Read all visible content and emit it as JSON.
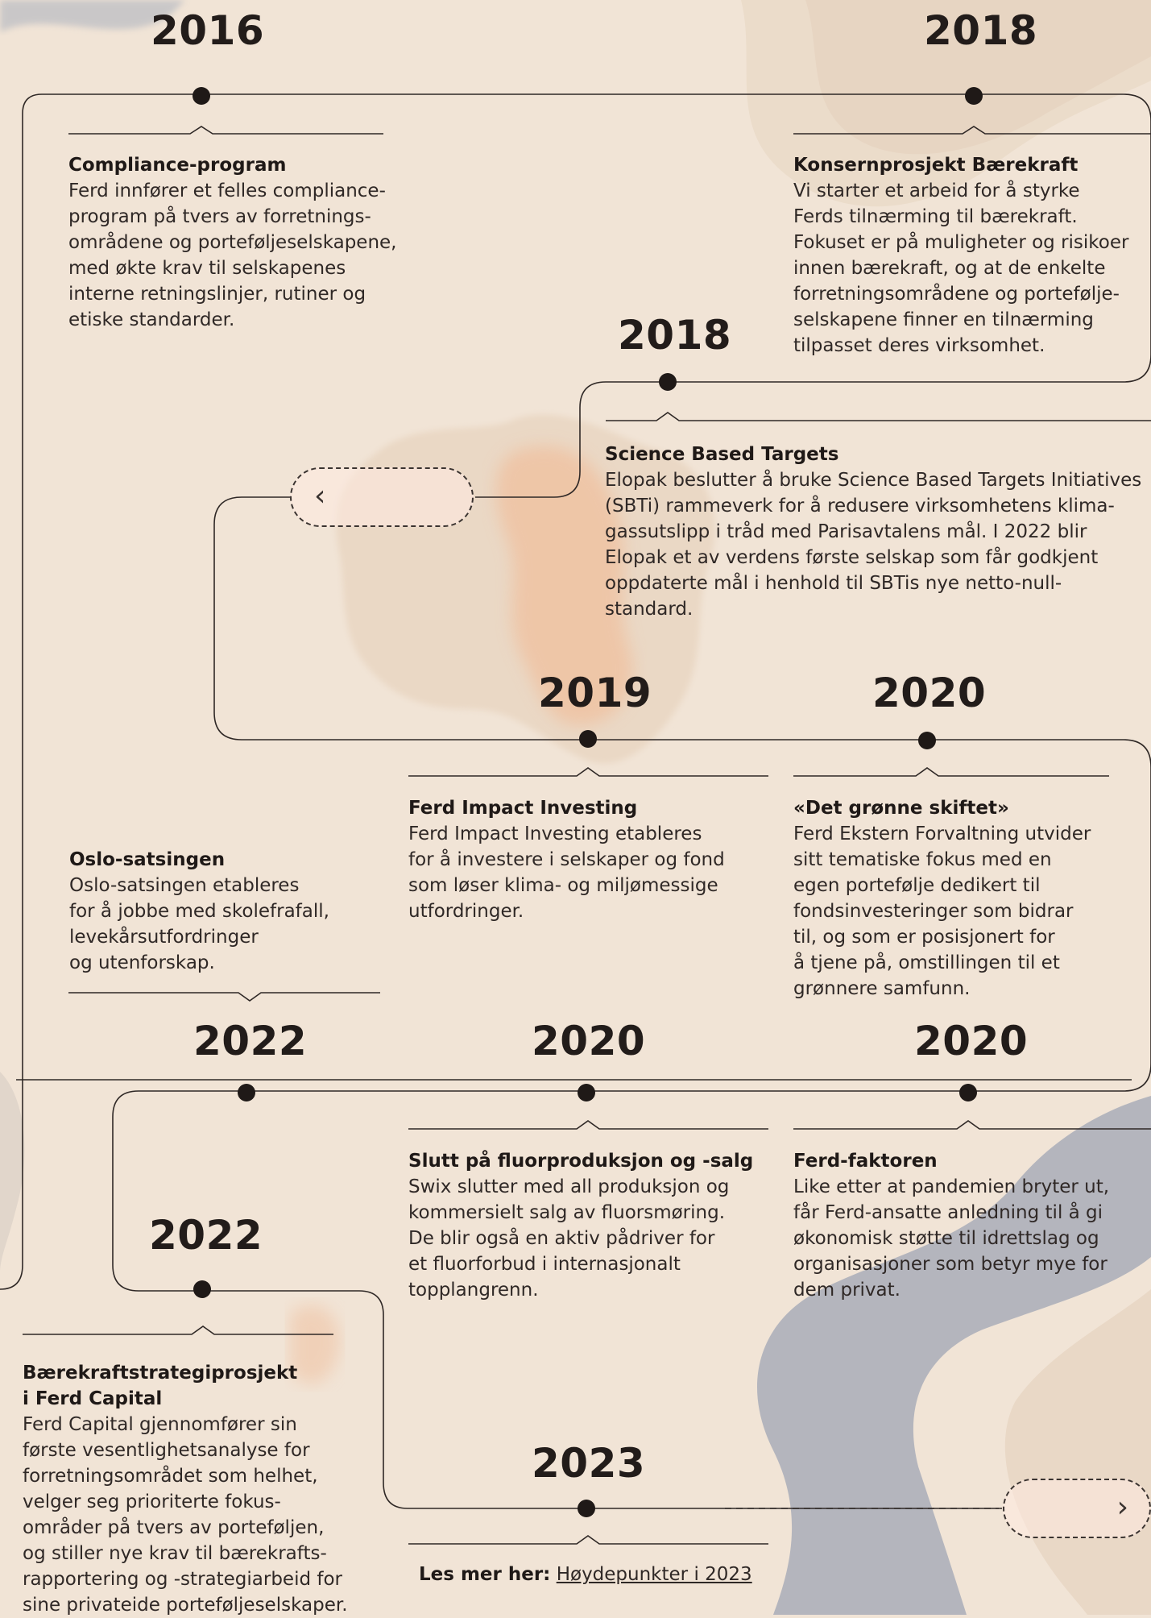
{
  "years": {
    "y1": "2016",
    "y2": "2018",
    "y3": "2018",
    "y4": "2019",
    "y5": "2020",
    "y6": "2022",
    "y7": "2020",
    "y8": "2020",
    "y9": "2022",
    "y10": "2023"
  },
  "events": {
    "compliance": {
      "title": "Compliance-program",
      "body": "Ferd innfører et felles compliance-\nprogram på tvers av forretnings-\nområdene og porteføljeselskapene,\nmed økte krav til selskapenes\ninterne retningslinjer, rutiner og\netiske standarder."
    },
    "konsern": {
      "title": "Konsernprosjekt Bærekraft",
      "body": "Vi starter et arbeid for å styrke\nFerds tilnærming til bærekraft.\nFokuset er på muligheter og risikoer\ninnen bærekraft, og at de enkelte\nforretningsområdene og portefølje-\nselskapene finner en tilnærming\ntilpasset deres virksomhet."
    },
    "sbt": {
      "title": "Science Based Targets",
      "body": "Elopak beslutter å bruke Science Based Targets Initiatives\n(SBTi) rammeverk for å redusere virksomhetens klima-\ngassutslipp i tråd med Parisavtalens mål. I 2022 blir\nElopak et av verdens første selskap som får godkjent\noppdaterte mål i henhold til SBTis nye netto-null-\nstandard."
    },
    "impact": {
      "title": "Ferd Impact Investing",
      "body": "Ferd Impact Investing etableres\nfor å investere i selskaper og fond\nsom løser klima- og miljømessige\nutfordringer."
    },
    "gronne": {
      "title": "«Det grønne skiftet»",
      "body": "Ferd Ekstern Forvaltning utvider\nsitt tematiske fokus med en\negen portefølje dedikert til\nfondsinvesteringer som bidrar\ntil, og som er posisjonert for\nå tjene på, omstillingen til et\ngrønnere samfunn."
    },
    "oslo": {
      "title": "Oslo-satsingen",
      "body": "Oslo-satsingen etableres\nfor å jobbe med skolefrafall,\nlevekårsutfordringer\nog utenforskap."
    },
    "fluor": {
      "title": "Slutt på fluorproduksjon og -salg",
      "body": "Swix slutter med all produksjon og\nkommersielt salg av fluorsmøring.\nDe blir også en aktiv pådriver for\net fluorforbud i internasjonalt\ntopplangrenn."
    },
    "faktor": {
      "title": "Ferd-faktoren",
      "body": "Like etter at pandemien bryter ut,\nfår Ferd-ansatte anledning til å gi\nøkonomisk støtte til idrettslag og\norganisasjoner som betyr mye for\ndem privat."
    },
    "capital": {
      "title": "Bærekraftstrategiprosjekt\ni Ferd Capital",
      "body": "Ferd Capital gjennomfører sin\nførste vesentlighetsanalyse for\nforretningsområdet som helhet,\nvelger seg prioriterte fokus-\nområder på tvers av porteføljen,\nog stiller nye krav til bærekrafts-\nrapportering og -strategiarbeid for\nsine privateide porteføljeselskaper."
    }
  },
  "nav": {
    "prev_glyph": "‹",
    "next_glyph": "›"
  },
  "footer": {
    "label": "Les mer her:",
    "link": "Høydepunkter i 2023"
  },
  "colors": {
    "background": "#f1e4d6",
    "line": "#2f2826",
    "accent_orange": "#f2b48f",
    "accent_grey": "#a9adb8"
  }
}
